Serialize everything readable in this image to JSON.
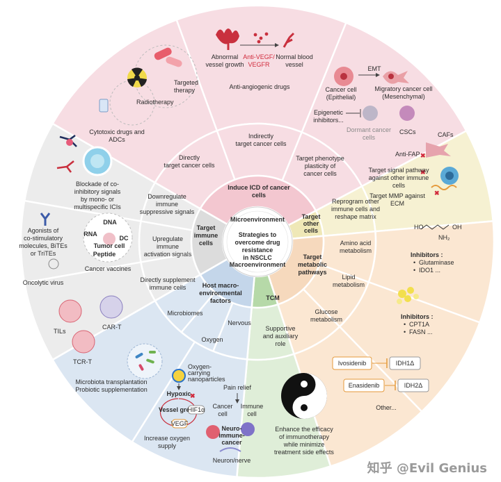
{
  "center": {
    "microenvironment_top": "Microenvironment",
    "microenvironment_bottom": "Macroenvironment",
    "title_lines": [
      "Strategies to",
      "overcome drug",
      "resistance",
      "in NSCLC"
    ]
  },
  "inner_sectors": {
    "icd": [
      "Induce ICD of cancer",
      "cells"
    ],
    "other_cells": [
      "Target",
      "other",
      "cells"
    ],
    "metabolic": [
      "Target",
      "metabolic",
      "pathways"
    ],
    "tcm": [
      "TCM"
    ],
    "host": [
      "Host macro-",
      "environmental",
      "factors"
    ],
    "immune": [
      "Target",
      "immune",
      "cells"
    ]
  },
  "middle_ring": {
    "directly_target": [
      "Directly",
      "target cancer cells"
    ],
    "indirectly_target": [
      "Indirectly",
      "target cancer cells"
    ],
    "phenotype": [
      "Target phenotype",
      "plasticity of",
      "cancer cells"
    ],
    "reprogram": [
      "Reprogram other",
      "immune cells and",
      "reshape matrix"
    ],
    "amino_acid": [
      "Amino acid",
      "metabolism"
    ],
    "lipid": [
      "Lipid",
      "metabolism"
    ],
    "glucose": [
      "Glucose",
      "metabolism"
    ],
    "supportive": [
      "Supportive",
      "and auxiliary",
      "role"
    ],
    "nervous": [
      "Nervous"
    ],
    "oxygen": [
      "Oxygen"
    ],
    "microbiomes": [
      "Microbiomes"
    ],
    "supplement": [
      "Directly supplement",
      "immune cells"
    ],
    "upregulate": [
      "Upregulate",
      "immune",
      "activation signals"
    ],
    "downregulate": [
      "Downregulate",
      "immune",
      "suppressive signals"
    ]
  },
  "outer": {
    "cytotoxic": [
      "Cytotoxic drugs and",
      "ADCs"
    ],
    "radiotherapy": "Radiotherapy",
    "targeted": [
      "Targeted",
      "therapy"
    ],
    "abnormal": [
      "Abnormal",
      "vessel growth"
    ],
    "anti_vegf": [
      "Anti-VEGF/",
      "VEGFR"
    ],
    "normal": [
      "Normal blood",
      "vessel"
    ],
    "anti_angio": "Anti-angiogenic drugs",
    "emt": "EMT",
    "cancer_cell_epi": [
      "Cancer cell",
      "(Epithelial)"
    ],
    "migratory": [
      "Migratory cancer cell",
      "(Mesenchymal)"
    ],
    "epigenetic": [
      "Epigenetic",
      "inhibitors..."
    ],
    "dormant": [
      "Dormant cancer",
      "cells"
    ],
    "cscs": "CSCs",
    "cafs": "CAFs",
    "anti_fap": "Anti-FAP",
    "signal": [
      "Target signal pathway",
      "against other immune",
      "cells"
    ],
    "mmp": [
      "Target MMP against",
      "ECM"
    ],
    "inhib1_title": "Inhibitors :",
    "inhib1_items": [
      "Glutaminase",
      "IDO1 ..."
    ],
    "inhib2_title": "Inhibitors :",
    "inhib2_items": [
      "CPT1A",
      "FASN ..."
    ],
    "ivosidenib": "Ivosidenib",
    "idh1": "IDH1Δ",
    "enasidenib": "Enasidenib",
    "idh2": "IDH2Δ",
    "other": "Other...",
    "tcm_text": [
      "Enhance the efficacy",
      "of immunotherapy",
      "while minimize",
      "treatment side effects"
    ],
    "pain": "Pain relief",
    "cancer_cell_n": [
      "Cancer",
      "cell"
    ],
    "immune_cell_n": [
      "Immune",
      "cell"
    ],
    "neuro": [
      "Neuro-",
      "immune-",
      "cancer"
    ],
    "neuron": "Neuron/nerve",
    "oxygen_np": [
      "Oxygen-",
      "carrying",
      "nanoparticles"
    ],
    "hypoxic": "Hypoxic",
    "vessel_growth": "Vessel growth",
    "hif": "HIF1α",
    "vegf": "VEGF",
    "increase_o2": [
      "Increase oxygen",
      "supply"
    ],
    "microbiota": [
      "Microbiota transplantation",
      "Probiotic supplementation"
    ],
    "tils": "TILs",
    "car_t": "CAR-T",
    "tcr_t": "TCR-T",
    "oncolytic": "Oncolytic virus",
    "agonists": [
      "Agonists of",
      "co-stimulatory",
      "molecules, BiTEs",
      "or TriTEs"
    ],
    "vaccine_labels": [
      "DNA",
      "RNA",
      "DC",
      "Tumor cell",
      "Peptide"
    ],
    "cancer_vaccines": "Cancer vaccines",
    "blockade": [
      "Blockade of co-",
      "inhibitory signals",
      "by mono- or",
      "multispecific ICIs"
    ],
    "nh2": "NH₂",
    "ho": "HO",
    "oh": "OH"
  },
  "watermark": "知乎 @Evil Genius",
  "colors": {
    "pink": "#f7dde3",
    "pink_inner": "#f3c7d0",
    "yellow": "#f6f1d2",
    "peach": "#fbe7d2",
    "green": "#dfeed8",
    "green_inner": "#b6d9a8",
    "blue": "#dbe6f2",
    "blue_inner": "#c4d6ea",
    "grey": "#ececec",
    "grey_inner": "#dcdcdc",
    "red": "#d12a3c",
    "orange": "#e59a3b"
  }
}
